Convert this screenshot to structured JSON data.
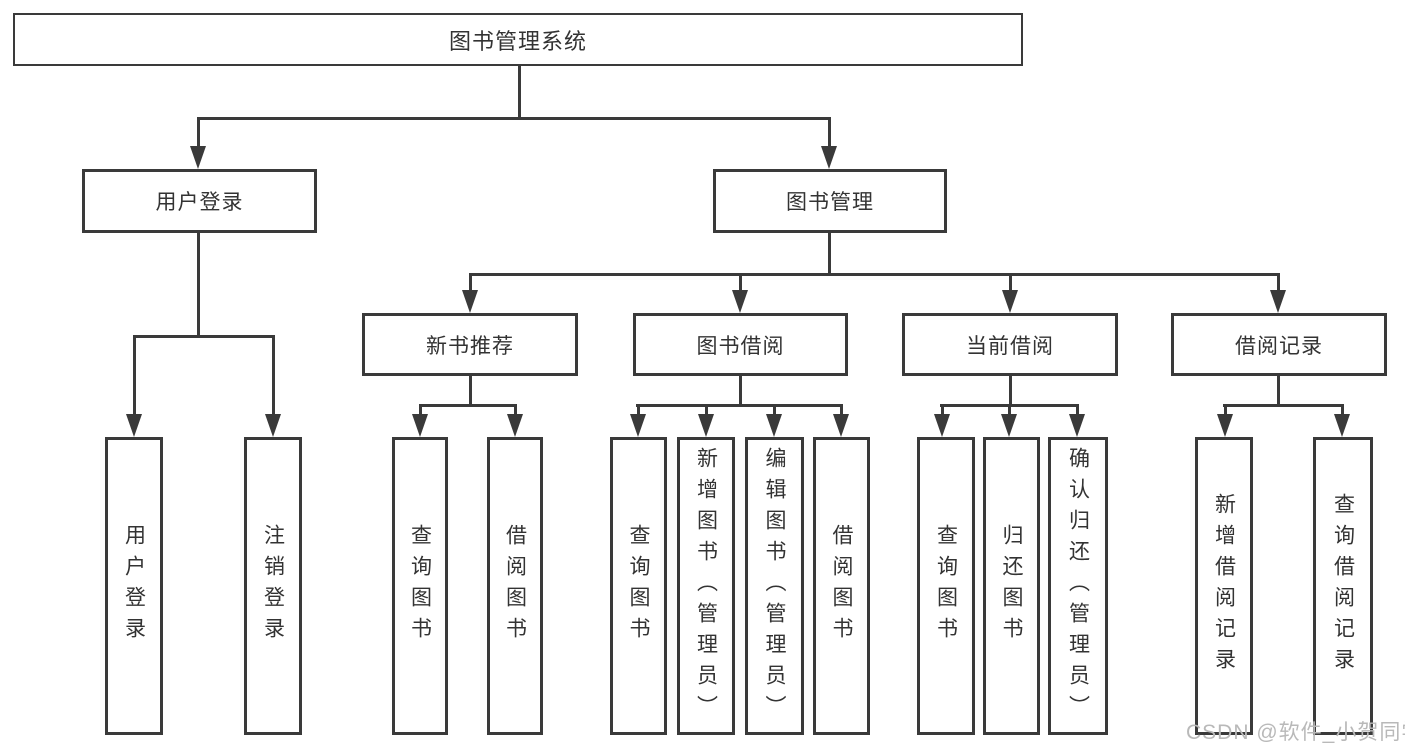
{
  "diagram": {
    "root": {
      "label": "图书管理系统"
    },
    "branches": [
      {
        "label": "用户登录",
        "children": [
          {
            "label": "用户登录"
          },
          {
            "label": "注销登录"
          }
        ]
      },
      {
        "label": "图书管理",
        "children": [
          {
            "label": "新书推荐",
            "children": [
              {
                "label": "查询图书"
              },
              {
                "label": "借阅图书"
              }
            ]
          },
          {
            "label": "图书借阅",
            "children": [
              {
                "label": "查询图书"
              },
              {
                "label": "新增图书（管理员）"
              },
              {
                "label": "编辑图书（管理员）"
              },
              {
                "label": "借阅图书"
              }
            ]
          },
          {
            "label": "当前借阅",
            "children": [
              {
                "label": "查询图书"
              },
              {
                "label": "归还图书"
              },
              {
                "label": "确认归还（管理员）"
              }
            ]
          },
          {
            "label": "借阅记录",
            "children": [
              {
                "label": "新增借阅记录"
              },
              {
                "label": "查询借阅记录"
              }
            ]
          }
        ]
      }
    ]
  },
  "watermark": {
    "text": "CSDN @软件_小贺同学"
  },
  "colors": {
    "line": "#3a3a3a",
    "text": "#333333",
    "background": "#ffffff",
    "watermark": "#b9b9b9"
  }
}
